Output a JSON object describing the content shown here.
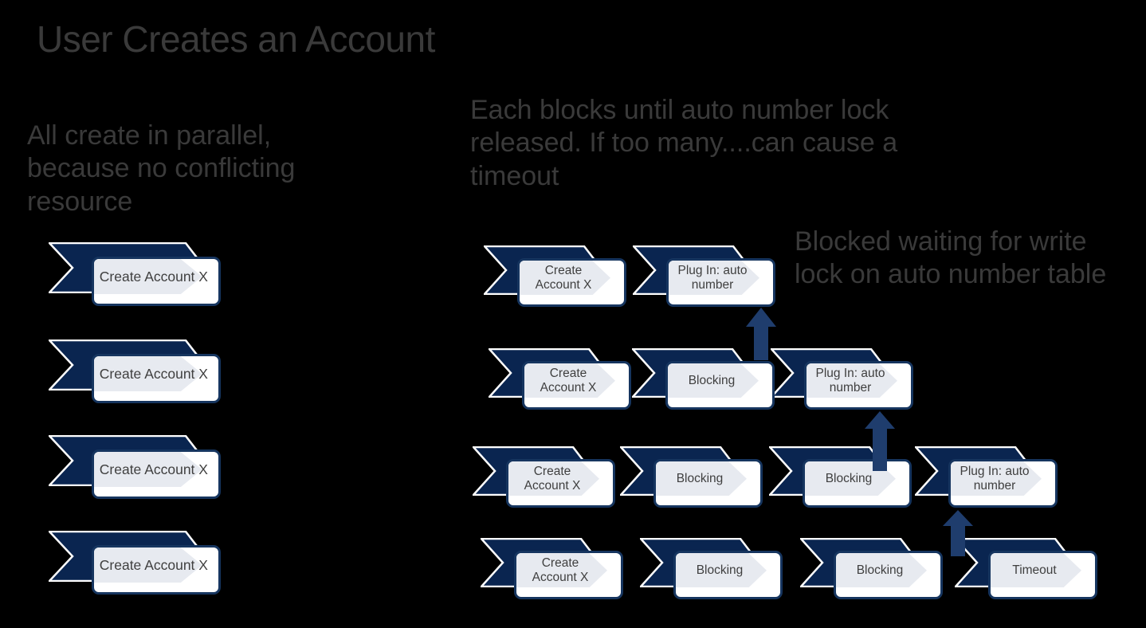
{
  "slide": {
    "title": "User Creates an Account",
    "background_color": "#000000",
    "colors": {
      "chevron_navy": "#0a2550",
      "card_border_navy": "#16355f",
      "card_background": "#ffffff",
      "inner_arrow_gray": "#e7eaf0",
      "up_arrow_navy": "#1f3d6d",
      "text_gray": "#3a3a3a",
      "label_gray": "#3f3f3f"
    }
  },
  "notes": {
    "left": "All create in parallel, because no conflicting resource",
    "center": "Each blocks until auto number lock released. If too many....can cause a timeout",
    "right": "Blocked waiting for write lock on auto number table"
  },
  "left_column": {
    "units": [
      {
        "label": "Create Account X"
      },
      {
        "label": "Create Account X"
      },
      {
        "label": "Create Account X"
      },
      {
        "label": "Create Account X"
      }
    ]
  },
  "rows": [
    {
      "units": [
        {
          "label": "Create Account X"
        },
        {
          "label": "Plug In: auto number"
        }
      ]
    },
    {
      "units": [
        {
          "label": "Create Account X"
        },
        {
          "label": "Blocking"
        },
        {
          "label": "Plug In: auto number"
        }
      ]
    },
    {
      "units": [
        {
          "label": "Create Account X"
        },
        {
          "label": "Blocking"
        },
        {
          "label": "Blocking"
        },
        {
          "label": "Plug In: auto number"
        }
      ]
    },
    {
      "units": [
        {
          "label": "Create Account X"
        },
        {
          "label": "Blocking"
        },
        {
          "label": "Blocking"
        },
        {
          "label": "Timeout"
        }
      ]
    }
  ],
  "arrows": {
    "count": 3,
    "direction": "up",
    "meaning": "blocked waiting on auto number lock"
  }
}
